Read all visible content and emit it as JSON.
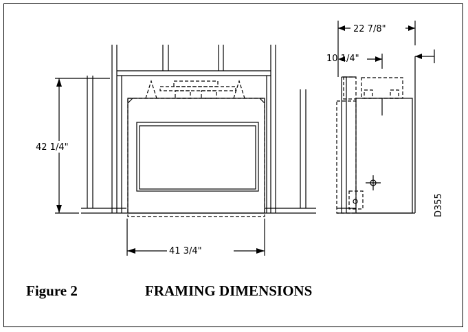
{
  "drawing": {
    "dim_height": "42 1/4\"",
    "dim_width": "41 3/4\"",
    "dim_depth_total": "22 7/8\"",
    "dim_depth_front": "10 1/4\"",
    "drawing_code": "D355"
  },
  "caption": {
    "figure_label": "Figure 2",
    "title": "FRAMING DIMENSIONS"
  }
}
